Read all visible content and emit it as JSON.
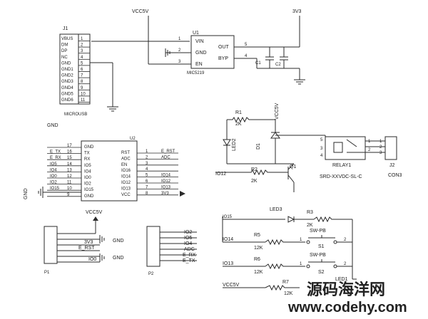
{
  "power": {
    "vcc5v": "VCC5V",
    "v3v3": "3V3"
  },
  "j1": {
    "ref": "J1",
    "name": "MICROUSB",
    "pin_labels": [
      "VBUS",
      "DM",
      "DP",
      "NC",
      "GND",
      "GND1",
      "GND2",
      "GND3",
      "GND4",
      "GND5",
      "GND6"
    ],
    "pin_numbers": [
      "1",
      "2",
      "3",
      "4",
      "5",
      "6",
      "7",
      "8",
      "9",
      "10",
      "11"
    ]
  },
  "u1": {
    "ref": "U1",
    "name": "MIC5219",
    "left_pins": [
      "VIN",
      "GND",
      "EN"
    ],
    "left_nums": [
      "1",
      "2",
      "3"
    ],
    "right_pins": [
      "OUT",
      "BYP"
    ],
    "right_nums": [
      "5",
      "4"
    ],
    "c1": "C1",
    "c2": "C2"
  },
  "u2": {
    "ref": "U2",
    "gnd_top": "GND",
    "left_pins": [
      "GND",
      "TX",
      "RX",
      "IO5",
      "IO4",
      "IO0",
      "IO2",
      "IO15",
      "GND"
    ],
    "left_nums": [
      "17",
      "16",
      "15",
      "14",
      "13",
      "12",
      "11",
      "10",
      "9"
    ],
    "left_nets": [
      "",
      "E_TX",
      "E_RX",
      "IO5",
      "IO4",
      "IO0",
      "IO2",
      "IO15",
      ""
    ],
    "right_pins": [
      "RST",
      "ADC",
      "EN",
      "IO16",
      "IO14",
      "IO12",
      "IO13",
      "VCC"
    ],
    "right_nums": [
      "1",
      "2",
      "3",
      "4",
      "5",
      "6",
      "7",
      "8"
    ],
    "right_nets": [
      "E_RST",
      "ADC",
      "",
      "",
      "IO14",
      "IO12",
      "IO13",
      "3V3"
    ],
    "gnd_side": "GND"
  },
  "relay": {
    "r1": "R1",
    "r1v": "2K",
    "led2": "LED2",
    "d1": "D1",
    "vcc": "VCC5V",
    "r2": "R2",
    "r2v": "2K",
    "net": "IO12",
    "q1": "Q1",
    "ref": "RELAY1",
    "part": "SRD-XXVDC-SL-C",
    "pins": [
      "5",
      "3",
      "4",
      "1",
      "2"
    ],
    "j2": "J2",
    "j2name": "CON3",
    "j2pins": [
      "1",
      "2",
      "3"
    ]
  },
  "p1": {
    "ref": "P1",
    "vcc": "VCC5V",
    "nets": [
      "3V3",
      "E_RST",
      "IO0"
    ],
    "gnd1": "GND",
    "gnd2": "GND"
  },
  "p2": {
    "ref": "P2",
    "nets": [
      "IO2",
      "IO5",
      "IO4",
      "ADC",
      "E_RX",
      "E_TX"
    ]
  },
  "bottom": {
    "io15": "IO15",
    "led3": "LED3",
    "r3": "R3",
    "r3v": "2K",
    "io14": "IO14",
    "r5": "R5",
    "r5v": "12K",
    "s1": "S1",
    "s1n": "SW-PB",
    "io13": "IO13",
    "r6": "R6",
    "r6v": "12K",
    "s2": "S2",
    "s2n": "SW-PB",
    "led1": "LED1",
    "vcc": "VCC5V",
    "r7": "R7",
    "r7v": "12K"
  },
  "watermark": {
    "cn": "源码海洋网",
    "url": "www.codehy.com"
  }
}
